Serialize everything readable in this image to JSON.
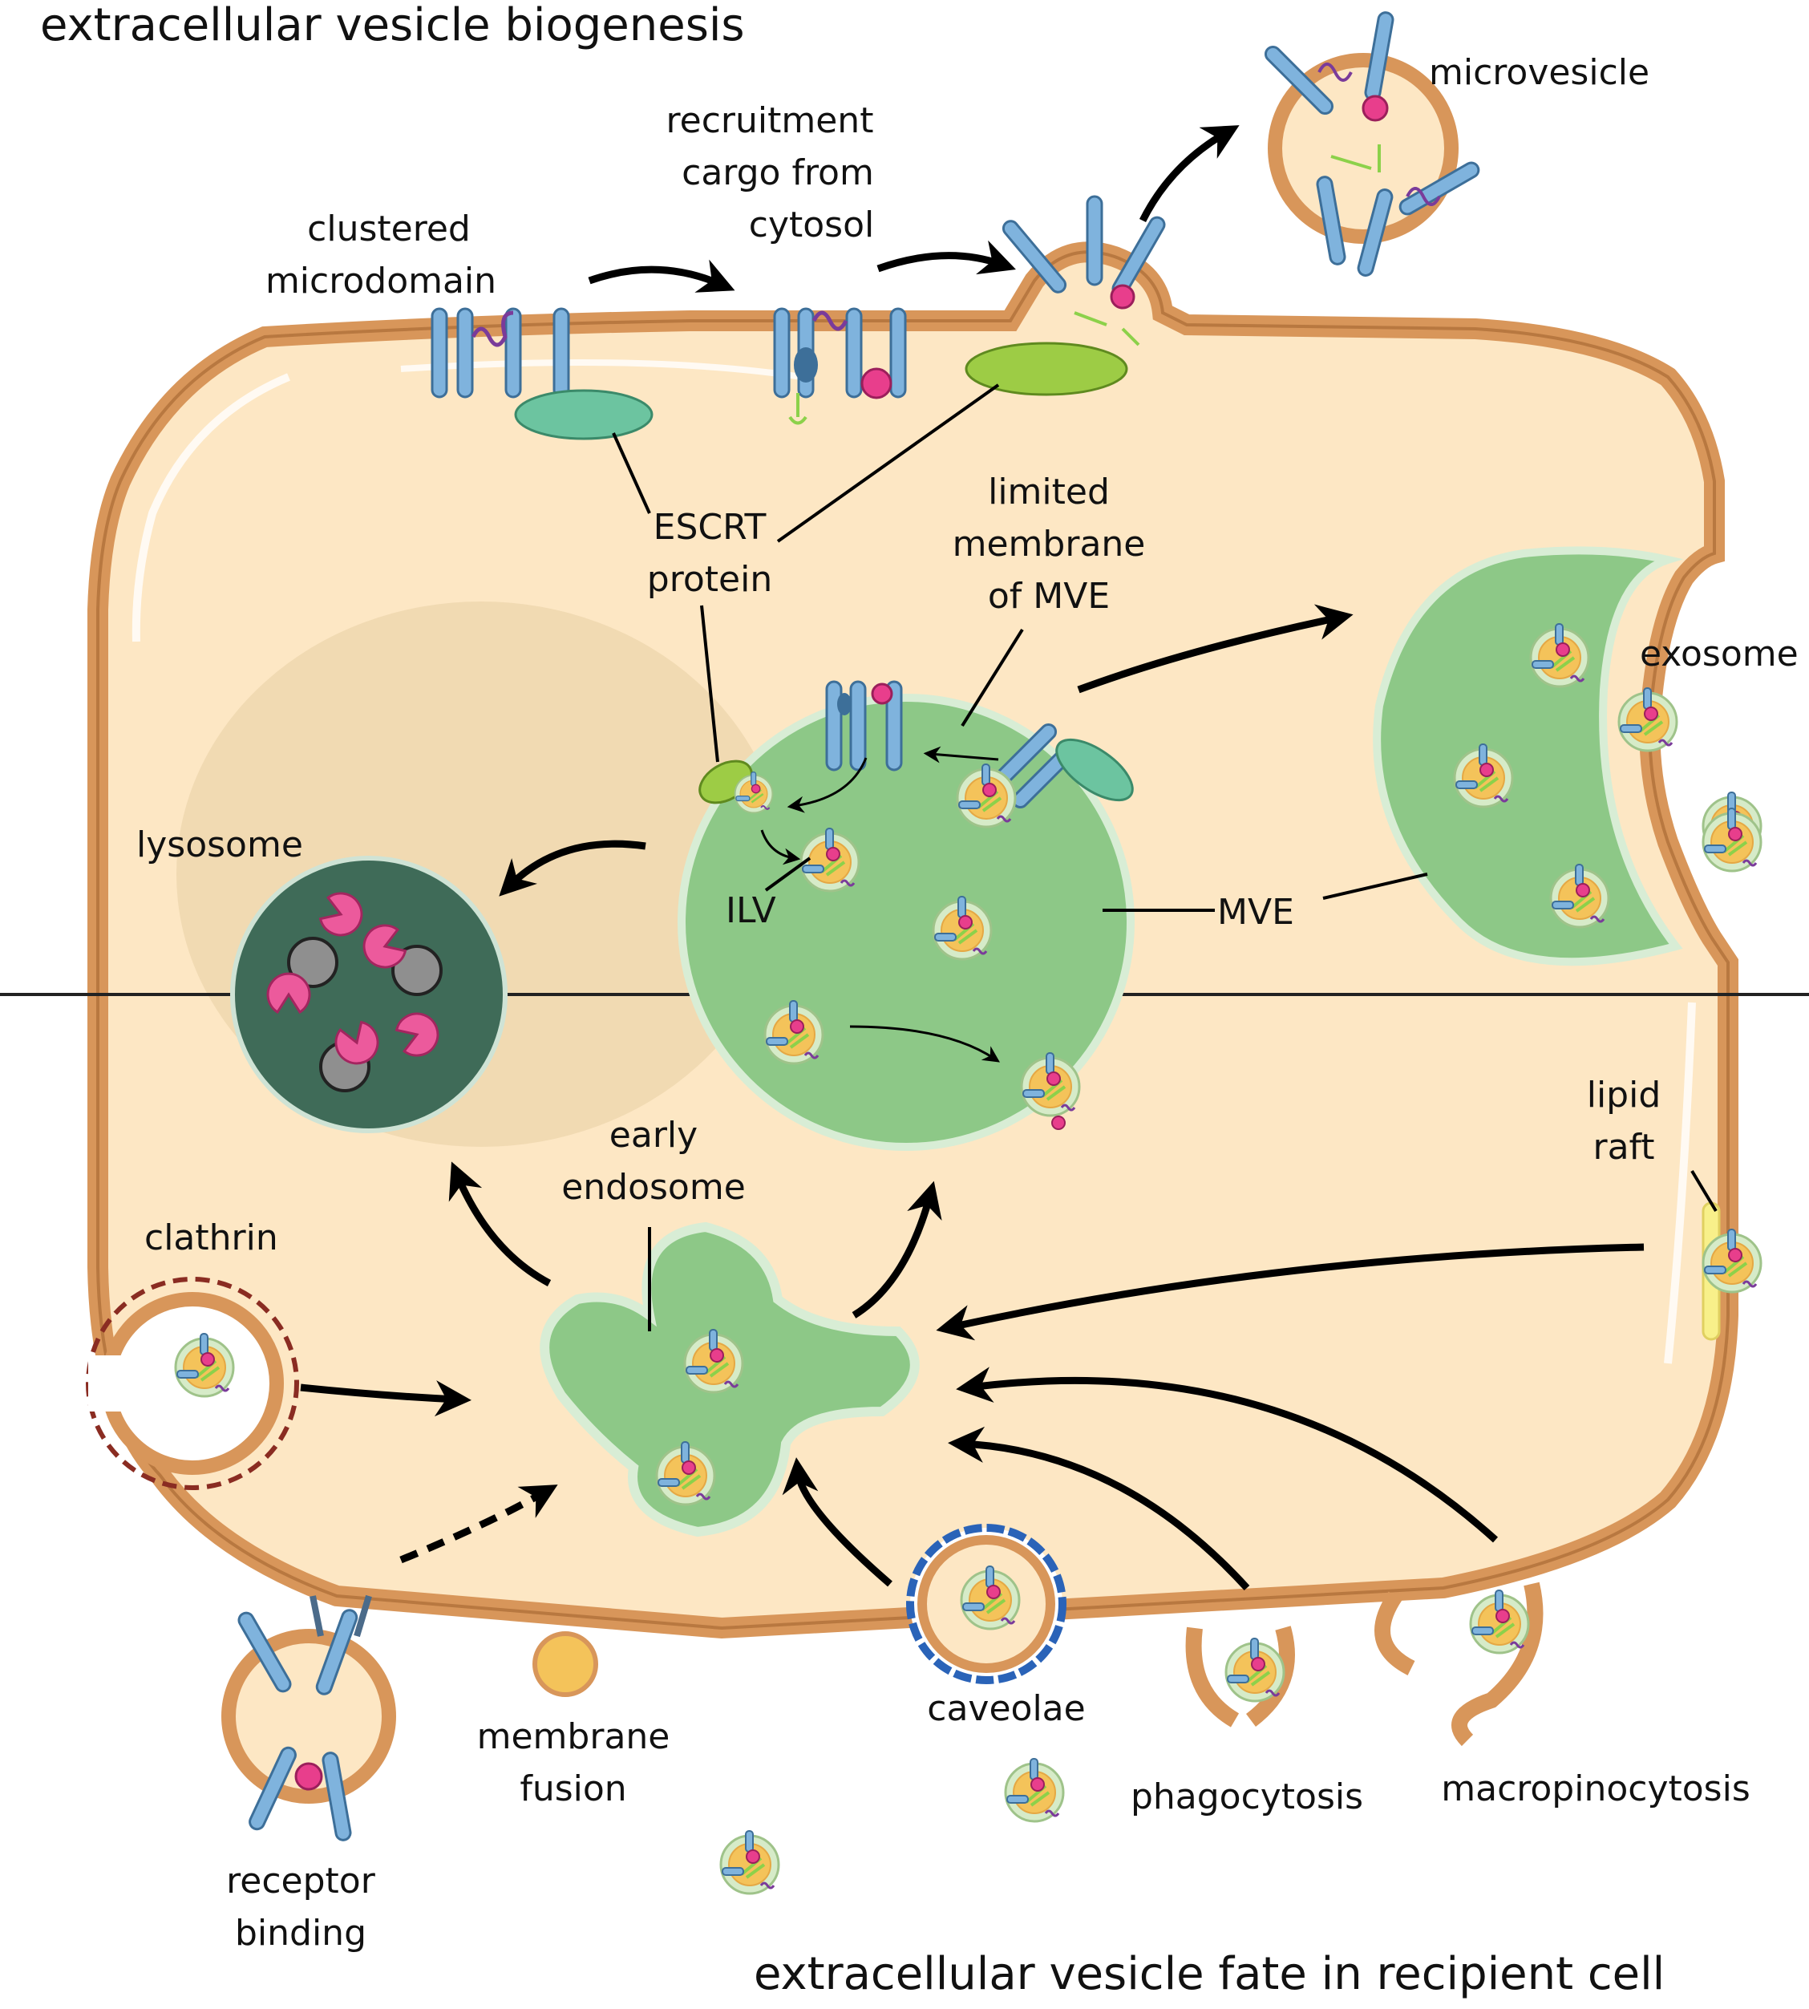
{
  "titles": {
    "top": "extracellular vesicle biogenesis",
    "bottom": "extracellular vesicle fate in recipient cell"
  },
  "labels": {
    "clustered": [
      "clustered",
      "microdomain"
    ],
    "recruitment": [
      "recruitment",
      "cargo from",
      "cytosol"
    ],
    "microvesicle": "microvesicle",
    "escrt": [
      "ESCRT",
      "protein"
    ],
    "limited": [
      "limited",
      "membrane",
      "of MVE"
    ],
    "exosome": "exosome",
    "lysosome": "lysosome",
    "ilv": "ILV",
    "mve": "MVE",
    "lipid_raft": [
      "lipid",
      "raft"
    ],
    "early_endosome": [
      "early",
      "endosome"
    ],
    "clathrin": "clathrin",
    "membrane_fusion": [
      "membrane",
      "fusion"
    ],
    "caveolae": "caveolae",
    "phagocytosis": "phagocytosis",
    "macropinocytosis": "macropinocytosis",
    "receptor_binding": [
      "receptor",
      "binding"
    ]
  },
  "colors": {
    "cytoplasm": "#fde7c4",
    "membrane": "#d8965a",
    "membrane_dark": "#b87840",
    "nucleus": "#f0d8b0",
    "mve_fill": "#8dc887",
    "mve_edge": "#d8edd5",
    "lysosome": "#3f6b58",
    "escrt_teal": "#6cc4a0",
    "escrt_lime": "#9dcc45",
    "tetraspanin": "#7fb3dd",
    "cargo_pink": "#e83e8c",
    "lipid_raft": "#f8f08a",
    "caveolin": "#2a63b8"
  }
}
